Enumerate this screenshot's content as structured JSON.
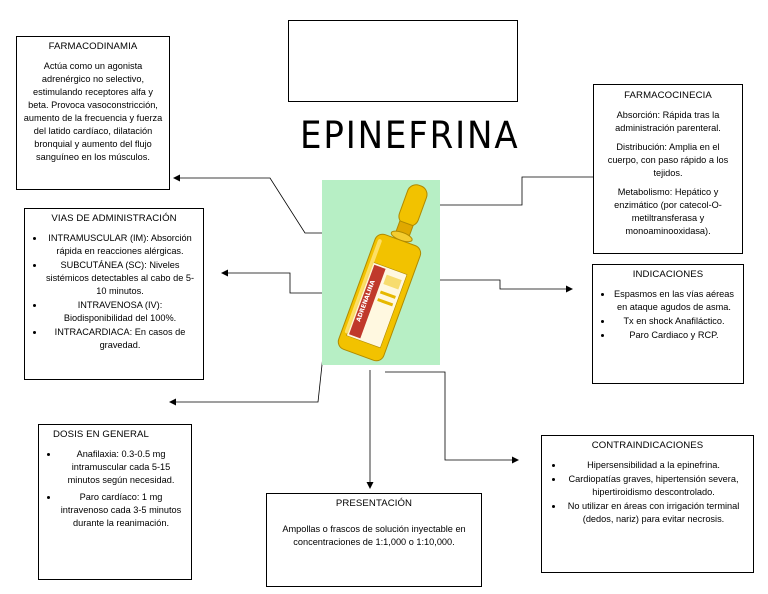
{
  "title": "EPINEFRINA",
  "farmacodinamia": {
    "heading": "FARMACODINAMIA",
    "text": "Actúa como un agonista adrenérgico no selectivo, estimulando receptores alfa y beta. Provoca vasoconstricción, aumento de la frecuencia y fuerza del latido cardíaco, dilatación bronquial y aumento del flujo sanguíneo en los músculos."
  },
  "farmacocinecia": {
    "heading": "FARMACOCINECIA",
    "items": [
      "Absorción: Rápida tras la administración parenteral.",
      "Distribución: Amplia en el cuerpo, con paso rápido a los tejidos.",
      "Metabolismo: Hepático y enzimático (por catecol-O-metiltransferasa y monoaminooxidasa)."
    ]
  },
  "vias": {
    "heading": "VIAS DE ADMINISTRACIÓN",
    "items": [
      "INTRAMUSCULAR (IM): Absorción rápida en reacciones alérgicas.",
      "SUBCUTÁNEA (SC): Niveles sistémicos detectables al cabo de 5-10 minutos.",
      "INTRAVENOSA (IV): Biodisponibilidad del 100%.",
      "INTRACARDIACA: En casos de gravedad."
    ]
  },
  "indicaciones": {
    "heading": "INDICACIONES",
    "items": [
      "Espasmos en las vías aéreas en ataque agudos de asma.",
      "Tx en shock Anafiláctico.",
      "Paro Cardiaco y RCP."
    ]
  },
  "dosis": {
    "heading": "DOSIS EN GENERAL",
    "items": [
      "Anafilaxia: 0.3-0.5 mg intramuscular cada 5-15 minutos según necesidad.",
      "Paro cardíaco: 1 mg intravenoso cada 3-5 minutos durante la reanimación."
    ]
  },
  "presentacion": {
    "heading": "PRESENTACIÓN",
    "text": "Ampollas o frascos de solución inyectable en concentraciones de 1:1,000 o 1:10,000."
  },
  "contraindicaciones": {
    "heading": "CONTRAINDICACIONES",
    "items": [
      "Hipersensibilidad a la epinefrina.",
      "Cardiopatías graves, hipertensión severa, hipertiroidismo descontrolado.",
      "No utilizar en áreas con irrigación terminal (dedos, nariz) para evitar necrosis."
    ]
  },
  "ampoule_label": "ADRENALINA",
  "colors": {
    "ampoule_background": "#b7efc5",
    "ampoule_yellow": "#f2c200",
    "label_red": "#c0392b"
  }
}
